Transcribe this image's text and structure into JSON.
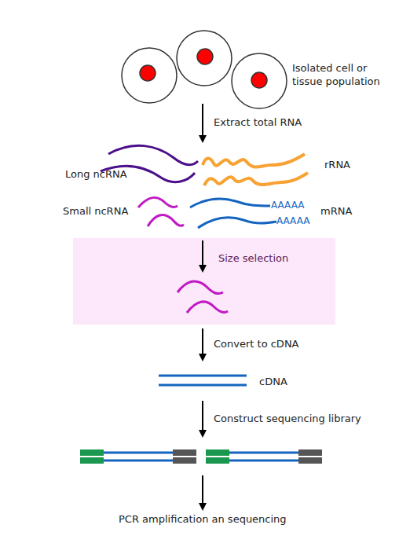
{
  "diagram": {
    "nodes": [
      {
        "text": [
          "Size selection"
        ]
      }
    ],
    "labels": [
      "Isolated cell or tissue population",
      "Extract total RNA",
      "Long ncRNA",
      "rRNA",
      "Small ncRNA",
      "AAAAA",
      "AAAAA",
      "mRNA",
      "Convert to cDNA",
      "cDNA",
      "Construct sequencing library",
      "PCR amplification an sequencing"
    ]
  }
}
